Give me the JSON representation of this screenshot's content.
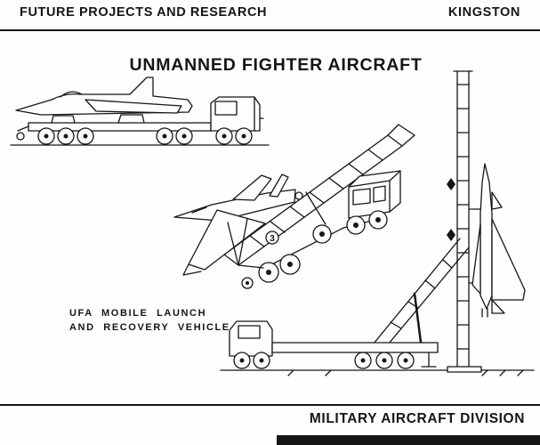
{
  "colors": {
    "ink": "#151515",
    "paper": "#fefefe"
  },
  "header": {
    "left_title": "FUTURE PROJECTS AND RESEARCH",
    "right_title": "KINGSTON"
  },
  "main": {
    "title": "UNMANNED FIGHTER AIRCRAFT",
    "caption": {
      "line1": "UFA MOBILE LAUNCH",
      "line2": "AND RECOVERY VEHICLE"
    },
    "figure_annotation": "3"
  },
  "footer": {
    "division": "MILITARY AIRCRAFT DIVISION"
  }
}
